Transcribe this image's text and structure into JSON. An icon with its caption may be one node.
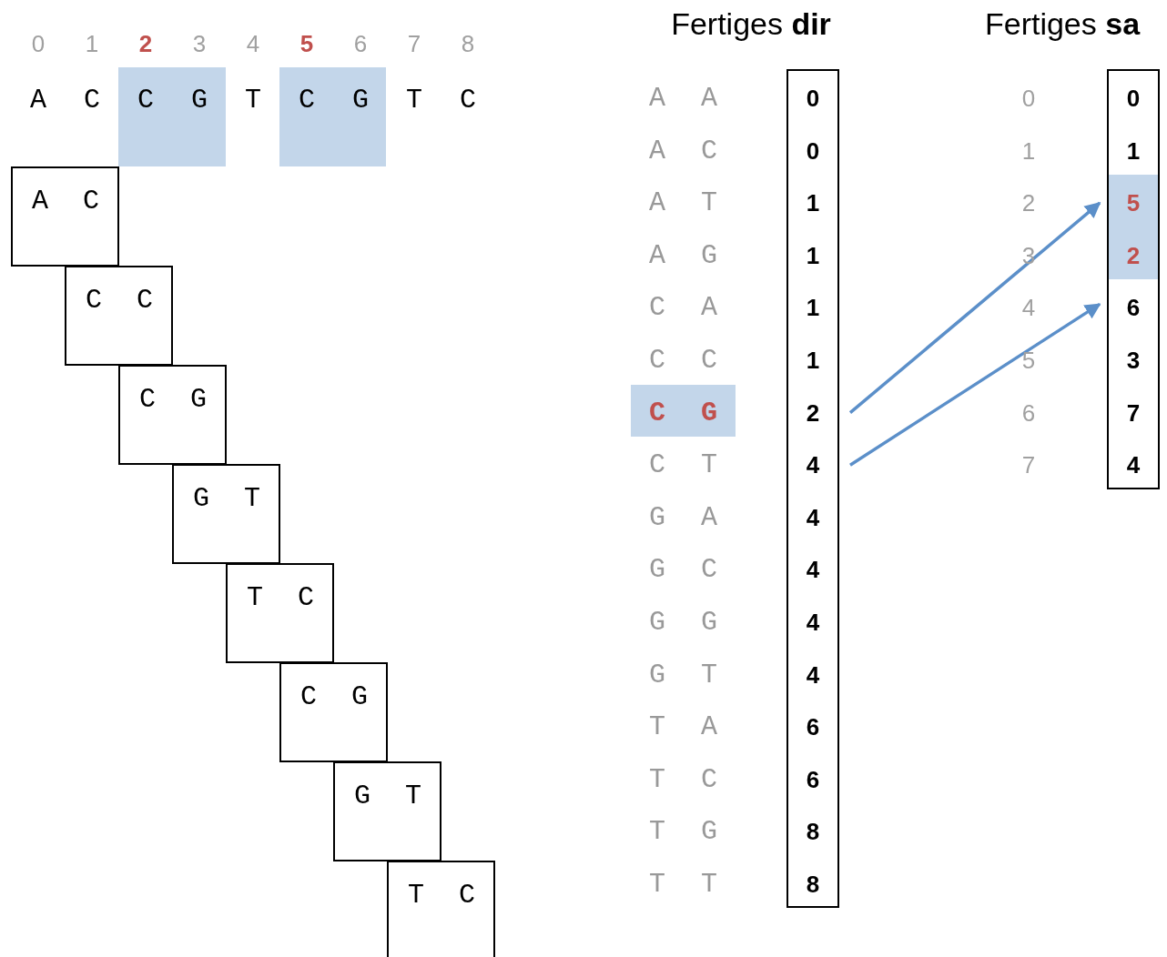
{
  "diagram": {
    "nodes": [
      {
        "text": [
          "A C"
        ]
      },
      {
        "text": [
          "C C"
        ]
      },
      {
        "text": [
          "C G"
        ]
      },
      {
        "text": [
          "G T"
        ]
      },
      {
        "text": [
          "T C"
        ]
      },
      {
        "text": [
          "C G"
        ]
      },
      {
        "text": [
          "G T"
        ]
      },
      {
        "text": [
          "T C"
        ]
      },
      {
        "text": [],
        "shape": "box"
      },
      {
        "text": [
          "0"
        ],
        "in": 8
      },
      {
        "text": [
          "0"
        ],
        "in": 8
      },
      {
        "text": [
          "1"
        ],
        "in": 8
      },
      {
        "text": [
          "1"
        ],
        "in": 8
      },
      {
        "text": [
          "1"
        ],
        "in": 8
      },
      {
        "text": [
          "1"
        ],
        "in": 8
      },
      {
        "text": [
          "2"
        ],
        "in": 8
      },
      {
        "text": [
          "4"
        ],
        "in": 8
      },
      {
        "text": [
          "4"
        ],
        "in": 8
      },
      {
        "text": [
          "4"
        ],
        "in": 8
      },
      {
        "text": [
          "4"
        ],
        "in": 8
      },
      {
        "text": [
          "4"
        ],
        "in": 8
      },
      {
        "text": [
          "6"
        ],
        "in": 8
      },
      {
        "text": [
          "6"
        ],
        "in": 8
      },
      {
        "text": [
          "8"
        ],
        "in": 8
      },
      {
        "text": [
          "8"
        ],
        "in": 8
      },
      {
        "text": [],
        "shape": "box"
      },
      {
        "text": [
          "0"
        ],
        "in": 25
      },
      {
        "text": [
          "1"
        ],
        "in": 25
      },
      {
        "text": [
          "5"
        ],
        "in": 25
      },
      {
        "text": [
          "2"
        ],
        "in": 25
      },
      {
        "text": [
          "6"
        ],
        "in": 25
      },
      {
        "text": [
          "3"
        ],
        "in": 25
      },
      {
        "text": [
          "7"
        ],
        "in": 25
      },
      {
        "text": [
          "4"
        ],
        "in": 25
      }
    ],
    "edges": [
      {
        "from": 15,
        "to": 28,
        "arrow": "to"
      },
      {
        "from": 16,
        "to": 30,
        "arrow": "to"
      }
    ],
    "labels": [
      "0",
      "1",
      "2",
      "3",
      "4",
      "5",
      "6",
      "7",
      "8",
      "Fertiges **dir**",
      "Fertiges **sa**",
      "A",
      "C",
      "C",
      "G",
      "T",
      "C",
      "G",
      "T",
      "C",
      "A",
      "A",
      "A",
      "C",
      "A",
      "T",
      "A",
      "G",
      "C",
      "A",
      "C",
      "C",
      "C",
      "G",
      "C",
      "T",
      "G",
      "A",
      "G",
      "C",
      "G",
      "G",
      "G",
      "T",
      "T",
      "A",
      "T",
      "C",
      "T",
      "G",
      "T",
      "T",
      "0",
      "1",
      "2",
      "3",
      "4",
      "5",
      "6",
      "7"
    ]
  }
}
